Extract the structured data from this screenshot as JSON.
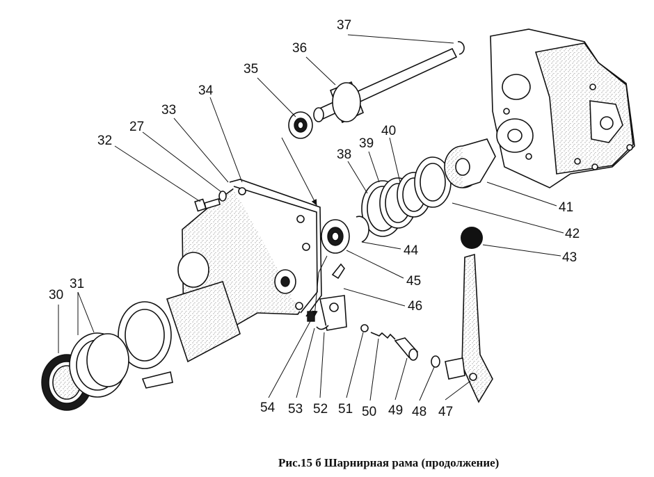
{
  "caption": "Рис.15 б Шарнирная рама (продолжение)",
  "callouts": [
    {
      "id": "c37",
      "label": "37"
    },
    {
      "id": "c36",
      "label": "36"
    },
    {
      "id": "c35",
      "label": "35"
    },
    {
      "id": "c34",
      "label": "34"
    },
    {
      "id": "c33",
      "label": "33"
    },
    {
      "id": "c27",
      "label": "27"
    },
    {
      "id": "c32",
      "label": "32"
    },
    {
      "id": "c40",
      "label": "40"
    },
    {
      "id": "c39",
      "label": "39"
    },
    {
      "id": "c38",
      "label": "38"
    },
    {
      "id": "c41",
      "label": "41"
    },
    {
      "id": "c42",
      "label": "42"
    },
    {
      "id": "c43",
      "label": "43"
    },
    {
      "id": "c44",
      "label": "44"
    },
    {
      "id": "c45",
      "label": "45"
    },
    {
      "id": "c46",
      "label": "46"
    },
    {
      "id": "c31",
      "label": "31"
    },
    {
      "id": "c30",
      "label": "30"
    },
    {
      "id": "c54",
      "label": "54"
    },
    {
      "id": "c53",
      "label": "53"
    },
    {
      "id": "c52",
      "label": "52"
    },
    {
      "id": "c51",
      "label": "51"
    },
    {
      "id": "c50",
      "label": "50"
    },
    {
      "id": "c49",
      "label": "49"
    },
    {
      "id": "c48",
      "label": "48"
    },
    {
      "id": "c47",
      "label": "47"
    }
  ]
}
